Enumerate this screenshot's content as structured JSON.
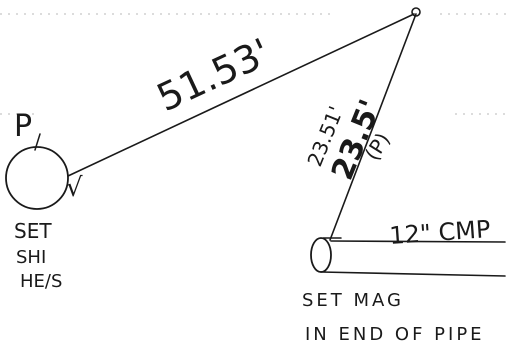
{
  "sketch": {
    "top_line_label": "51.53'",
    "circle_mark": "P",
    "check_mark": "√",
    "left_note": [
      "SET",
      "SHI",
      "HE/S"
    ],
    "diag_label_a": "23.51'",
    "diag_label_b": "23.5'",
    "diag_mark": "(P)",
    "pipe_label": "12\" CMP",
    "bottom_note": [
      "SET MAG",
      "IN END OF PIPE"
    ]
  }
}
